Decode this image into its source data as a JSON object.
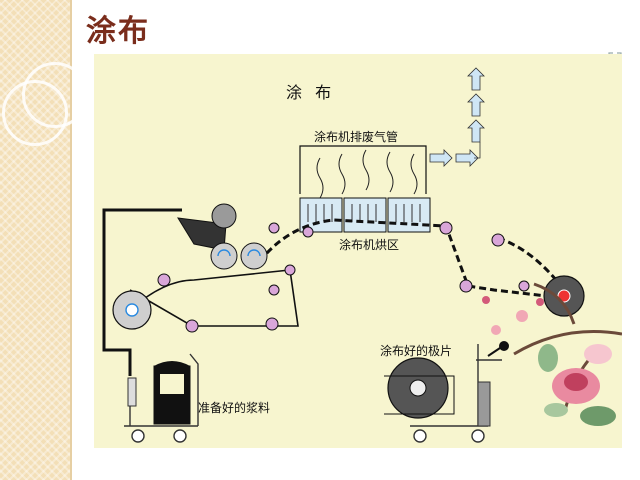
{
  "slide": {
    "title": "涂布"
  },
  "diagram": {
    "title": "涂 布",
    "labels": {
      "exhaust_pipe": "涂布机排废气管",
      "drying_zone": "涂布机烘区",
      "coated_electrode": "涂布好的极片",
      "prepared_slurry": "准备好的浆料"
    }
  },
  "colors": {
    "title": "#7a2d1c",
    "panel": "#f7f5cf",
    "roller": "#d9a6d9",
    "exhaust_arrow": "#cfe6f5",
    "line": "#111111"
  }
}
